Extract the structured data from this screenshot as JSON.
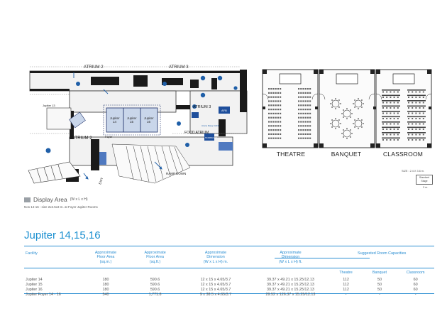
{
  "floorplan": {
    "labels": {
      "atrium2_top": "ATRIUM 2",
      "atrium3_top": "ATRIUM 3",
      "atrium3_mid": "ATRIUM 3",
      "atrium2_mid": "ATRIUM 2",
      "jupiter14": "Jupiter\n14",
      "jupiter15": "Jupiter\n15",
      "jupiter16": "Jupiter\n16",
      "foyer": "Foyer",
      "jupiter13": "Jupiter 13",
      "food_atrium": "FOOD ATRIUM",
      "exit": "EXIT",
      "ramp_down": "RAMP DOWN",
      "starbucks": "STARBUCKS",
      "afb": "AFB",
      "cafe": "Arena Rang CAFE"
    }
  },
  "layouts": [
    {
      "label": "THEATRE"
    },
    {
      "label": "BANQUET"
    },
    {
      "label": "CLASSROOM"
    }
  ],
  "scale": {
    "size": "SIZE : 2.4 X 3.6 m.",
    "stage": "Standard\nStage",
    "meters": "3 m."
  },
  "legend": {
    "label": "Display Area",
    "dims": "(W x L x H)",
    "note": "Nos 14-16 : size 2x2.5x3 m. at Foyer Jupiter Rooms"
  },
  "title": "Jupiter 14,15,16",
  "table": {
    "headers": {
      "facility": "Facility",
      "floor_sqm": "Approximate\nFloor Area\n(sq.m.)",
      "floor_sqft": "Approximate\nFloor Area\n(sq.ft.)",
      "dim_m": "Approximate\nDimension\n(W x L x H) m.",
      "dim_ft": "Approximate\nDimension\n(W x L x H) ft.",
      "capacities": "Suggested Room Capacities",
      "theatre": "Theatre",
      "banquet": "Banquet",
      "classroom": "Classroom"
    },
    "rows": [
      [
        "Jupiter 14",
        "180",
        "590.6",
        "12 x 15 x 4.65/3.7",
        "39.37 x 49.21 x 15.25/12.13",
        "112",
        "50",
        "60"
      ],
      [
        "Jupiter 15",
        "180",
        "590.6",
        "12 x 15 x 4.65/3.7",
        "39.37 x 49.21 x 15.25/12.13",
        "112",
        "50",
        "60"
      ],
      [
        "Jupiter 16",
        "180",
        "590.6",
        "12 x 15 x 4.65/3.7",
        "39.37 x 49.21 x 15.25/12.13",
        "112",
        "50",
        "60"
      ],
      [
        "Jupiter Foyer 14 - 16",
        "540",
        "1,771.8",
        "9 x 38.5 x 4.65/3.7",
        "29.52 x 126.37 x 15.25/12.13",
        "-",
        "-",
        "-"
      ]
    ]
  }
}
